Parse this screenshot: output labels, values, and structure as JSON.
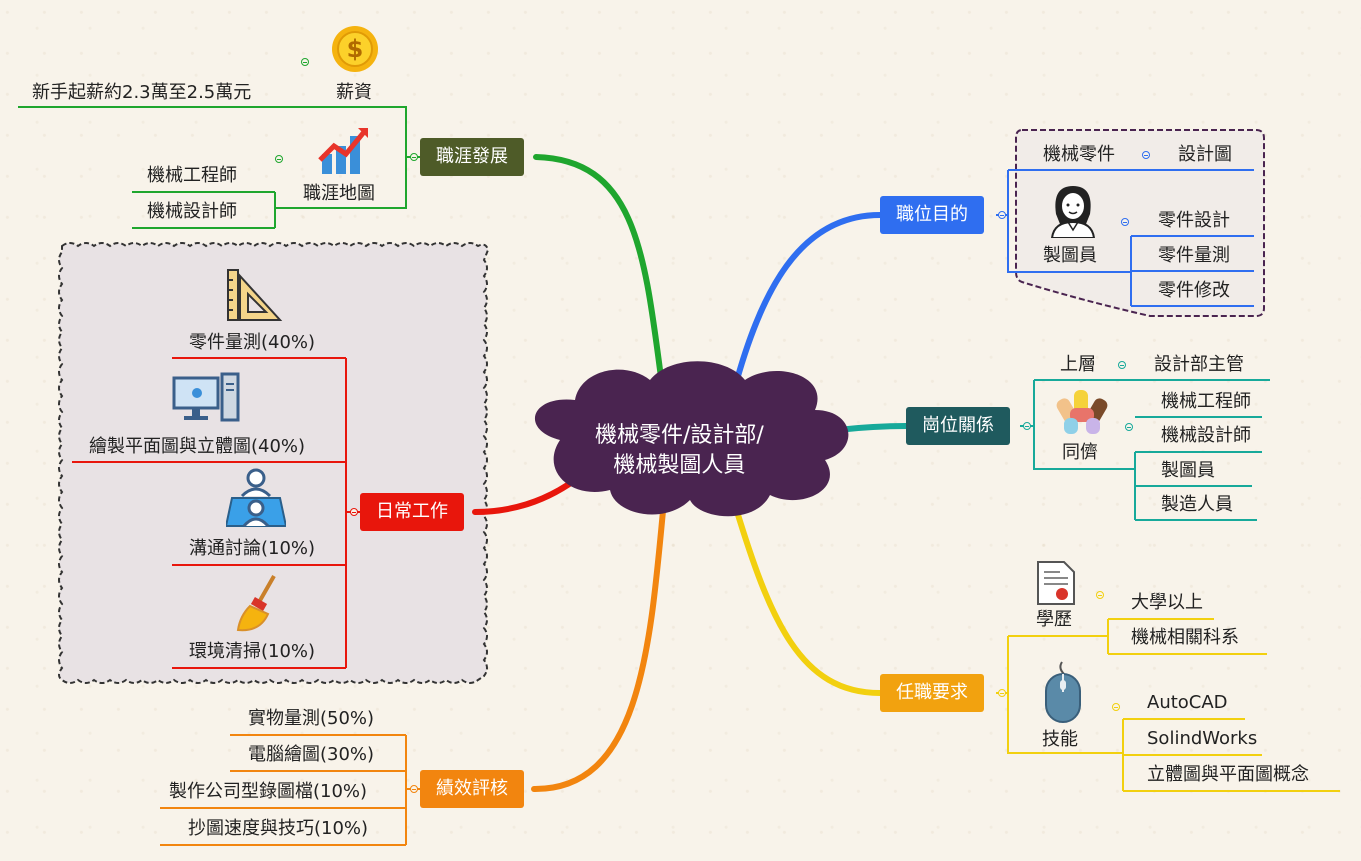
{
  "central": {
    "line1": "機械零件/設計部/",
    "line2": "機械製圖人員",
    "color": "#4a2450"
  },
  "career": {
    "label": "職涯發展",
    "color": "#4e5b28",
    "salary": {
      "label": "薪資",
      "detail": "新手起薪約2.3萬至2.5萬元",
      "icon": "dollar-coin-icon"
    },
    "map": {
      "label": "職涯地圖",
      "items": [
        "機械工程師",
        "機械設計師"
      ],
      "icon": "growth-chart-icon"
    }
  },
  "daily": {
    "label": "日常工作",
    "color": "#e8160c",
    "items": [
      {
        "label": "零件量測(40%)",
        "icon": "ruler-triangle-icon"
      },
      {
        "label": "繪製平面圖與立體圖(40%)",
        "icon": "computer-icon"
      },
      {
        "label": "溝通討論(10%)",
        "icon": "meeting-icon"
      },
      {
        "label": "環境清掃(10%)",
        "icon": "broom-icon"
      }
    ]
  },
  "performance": {
    "label": "績效評核",
    "color": "#f2850f",
    "items": [
      "實物量測(50%)",
      "電腦繪圖(30%)",
      "製作公司型錄圖檔(10%)",
      "抄圖速度與技巧(10%)"
    ]
  },
  "purpose": {
    "label": "職位目的",
    "color": "#2f6ef0",
    "top": {
      "left": "機械零件",
      "right": "設計圖"
    },
    "drafter": {
      "label": "製圖員",
      "icon": "woman-avatar-icon",
      "items": [
        "零件設計",
        "零件量測",
        "零件修改"
      ]
    }
  },
  "relations": {
    "label": "崗位關係",
    "color": "#1f5a5e",
    "upper": {
      "label": "上層",
      "value": "設計部主管"
    },
    "peers": {
      "label": "同儕",
      "icon": "handshake-icon",
      "items": [
        "機械工程師",
        "機械設計師",
        "製圖員",
        "製造人員"
      ]
    }
  },
  "requirements": {
    "label": "任職要求",
    "color": "#f2a20f",
    "education": {
      "label": "學歷",
      "icon": "certificate-icon",
      "items": [
        "大學以上",
        "機械相關科系"
      ]
    },
    "skills": {
      "label": "技能",
      "icon": "mouse-icon",
      "items": [
        "AutoCAD",
        "SolindWorks",
        "立體圖與平面圖概念"
      ]
    }
  }
}
